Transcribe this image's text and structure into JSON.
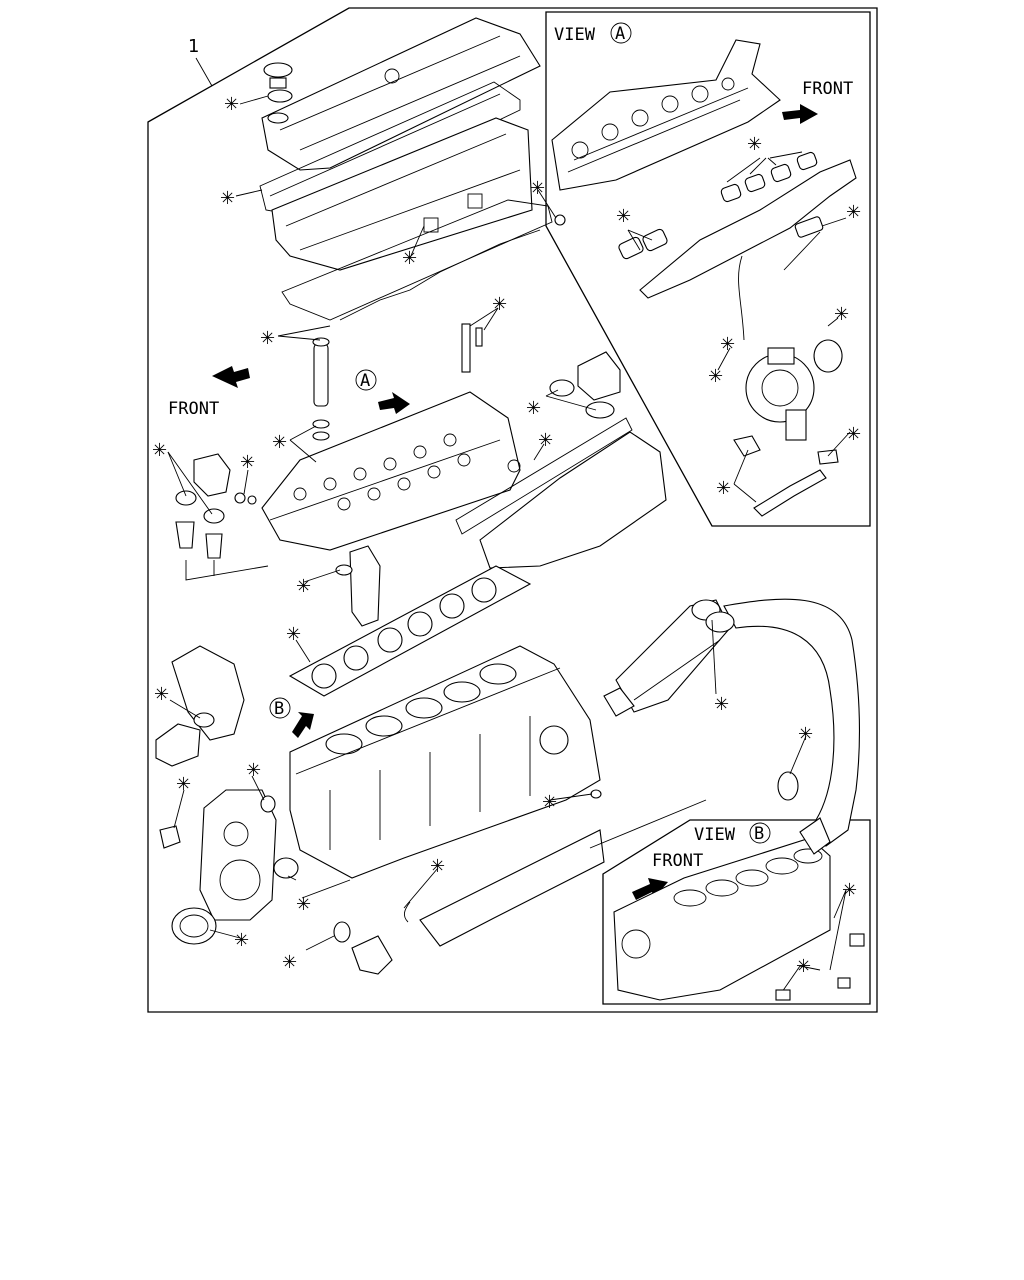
{
  "callout_number": "1",
  "symbols": {
    "kit_marker": "✳",
    "view_a_letter": "A",
    "view_b_letter": "B"
  },
  "labels": {
    "view_word": "VIEW",
    "front_main": "FRONT",
    "front_view_a": "FRONT",
    "front_view_b": "FRONT"
  }
}
